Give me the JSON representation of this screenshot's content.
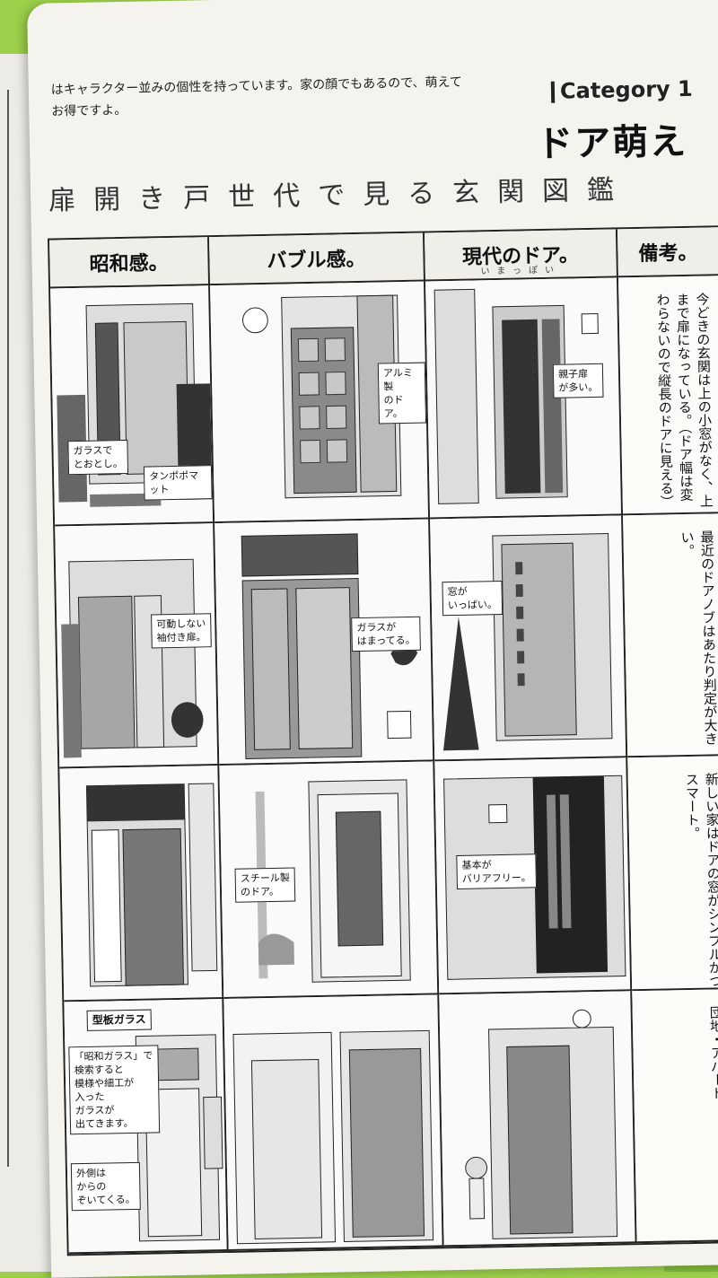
{
  "intro": {
    "line1": "はキャラクター並みの個性を持っています。家の顔でもあるので、萌えて",
    "line2": "お得ですよ。"
  },
  "category_label": "Category 1",
  "category_title": "ドア萌え",
  "subtitle": "扉開き戸世代で見る玄関図鑑",
  "columns": [
    "昭和感。",
    "バブル感。",
    "現代のドア。",
    "備考。"
  ],
  "column_ruby": "いまっぽい",
  "callouts": {
    "r1c1_a": "ガラスで\nとおとし。",
    "r1c1_b": "タンポポマット",
    "r1c2": "アルミ製\nのドア。",
    "r1c3": "親子扉\nが多い。",
    "r2c1": "可動しない\n袖付き扉。",
    "r2c2": "ガラスが\nはまってる。",
    "r2c3": "窓が\nいっぱい。",
    "r3c2": "スチール製\nのドア。",
    "r3c3": "基本が\nバリアフリー。",
    "r4c1_title": "型板ガラス",
    "r4c1_a": "「昭和ガラス」で\n検索すると\n模様や細工が\n入った\nガラスが\n出てきます。",
    "r4c1_b": "外側は\nからの\nぞいてくる。"
  },
  "notes": [
    "今どきの玄関は上の小窓がなく、上まで扉になっている。（ドア幅は変わらないので縦長のドアに見える）",
    "最近のドアノブはあたり判定が大きい。",
    "新しい家はドアの窓がシンプルかつスマート。",
    "団地・アパート。"
  ]
}
